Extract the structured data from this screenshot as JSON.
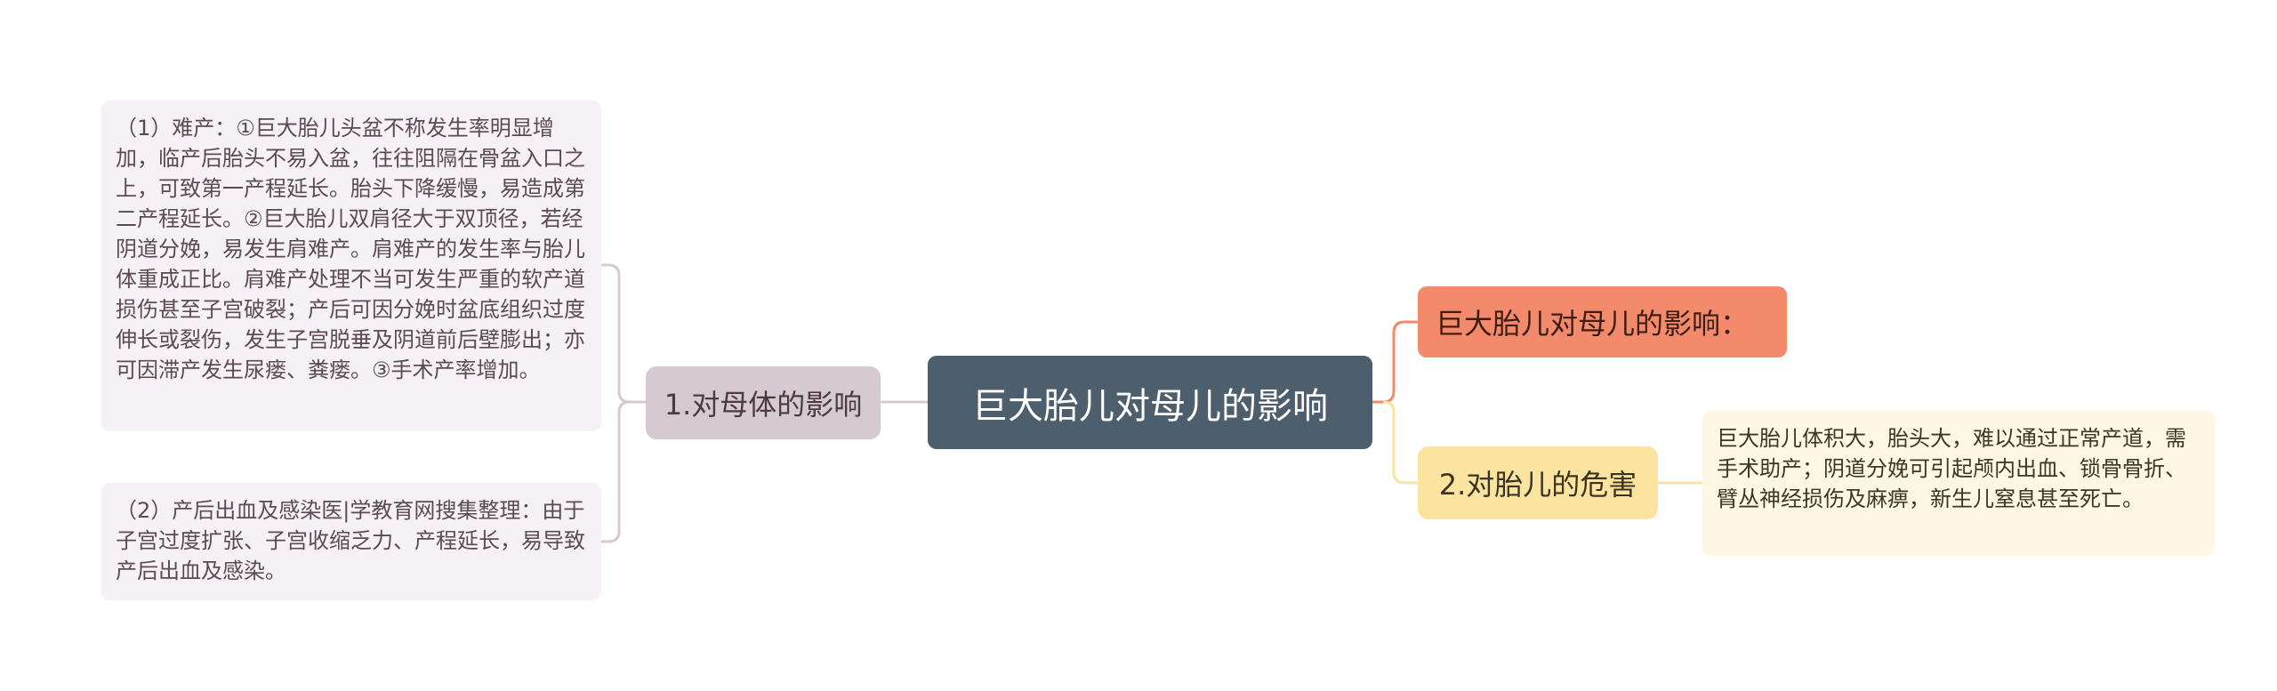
{
  "root": {
    "label": "巨大胎儿对母儿的影响"
  },
  "left_branch": {
    "label": "1.对母体的影响",
    "children": [
      {
        "text": "（1）难产：①巨大胎儿头盆不称发生率明显增加，临产后胎头不易入盆，往往阻隔在骨盆入口之上，可致第一产程延长。胎头下降缓慢，易造成第二产程延长。②巨大胎儿双肩径大于双顶径，若经阴道分娩，易发生肩难产。肩难产的发生率与胎儿体重成正比。肩难产处理不当可发生严重的软产道损伤甚至子宫破裂；产后可因分娩时盆底组织过度伸长或裂伤，发生子宫脱垂及阴道前后壁膨出；亦可因滞产发生尿瘘、粪瘘。③手术产率增加。"
      },
      {
        "text": "（2）产后出血及感染医|学教育网搜集整理：由于子宫过度扩张、子宫收缩乏力、产程延长，易导致产后出血及感染。"
      }
    ]
  },
  "right_title": {
    "label": "巨大胎儿对母儿的影响："
  },
  "right_branch": {
    "label": "2.对胎儿的危害",
    "children": [
      {
        "text": "巨大胎儿体积大，胎头大，难以通过正常产道，需手术助产；阴道分娩可引起颅内出血、锁骨骨折、臂丛神经损伤及麻痹，新生儿窒息甚至死亡。"
      }
    ]
  },
  "colors": {
    "root": "#4d5e6c",
    "left_branch": "#d7c9d1",
    "right_title": "#f48a6c",
    "right_branch": "#fbe4a0",
    "left_leaf_bg": "#f6f1f4",
    "right_leaf_bg": "#fdf7e3"
  }
}
